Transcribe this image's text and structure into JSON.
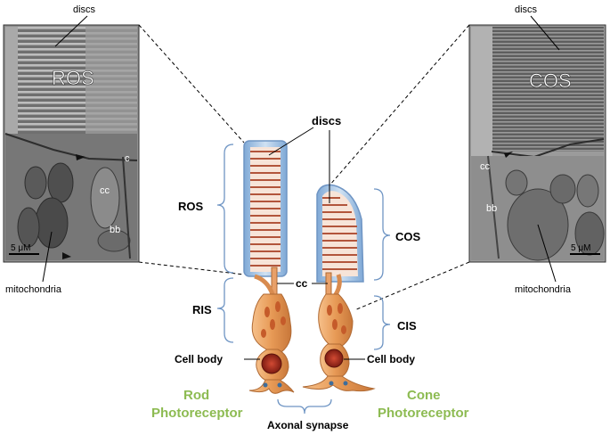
{
  "labels": {
    "left_em_discs": "discs",
    "right_em_discs": "discs",
    "left_em_ros": "ROS",
    "right_em_cos": "COS",
    "left_em_c": "c",
    "left_em_cc": "cc",
    "left_em_bb": "bb",
    "left_em_scale": "5 μM",
    "right_em_cc": "cc",
    "right_em_bb": "bb",
    "right_em_scale": "5 μM",
    "left_mitochondria": "mitochondria",
    "right_mitochondria": "mitochondria",
    "center_discs": "discs",
    "ros": "ROS",
    "cos": "COS",
    "cc": "cc",
    "ris": "RIS",
    "cis": "CIS",
    "cell_body_left": "Cell body",
    "cell_body_right": "Cell body",
    "rod_line1": "Rod",
    "rod_line2": "Photoreceptor",
    "cone_line1": "Cone",
    "cone_line2": "Photoreceptor",
    "axonal_synapse": "Axonal synapse"
  },
  "colors": {
    "caption_green": "#8dbb52",
    "outer_segment_blue": "#9cc0e4",
    "disc_red": "#b2553b",
    "inner_segment_orange": "#e79a56",
    "nucleus_red": "#9c2a1c"
  }
}
